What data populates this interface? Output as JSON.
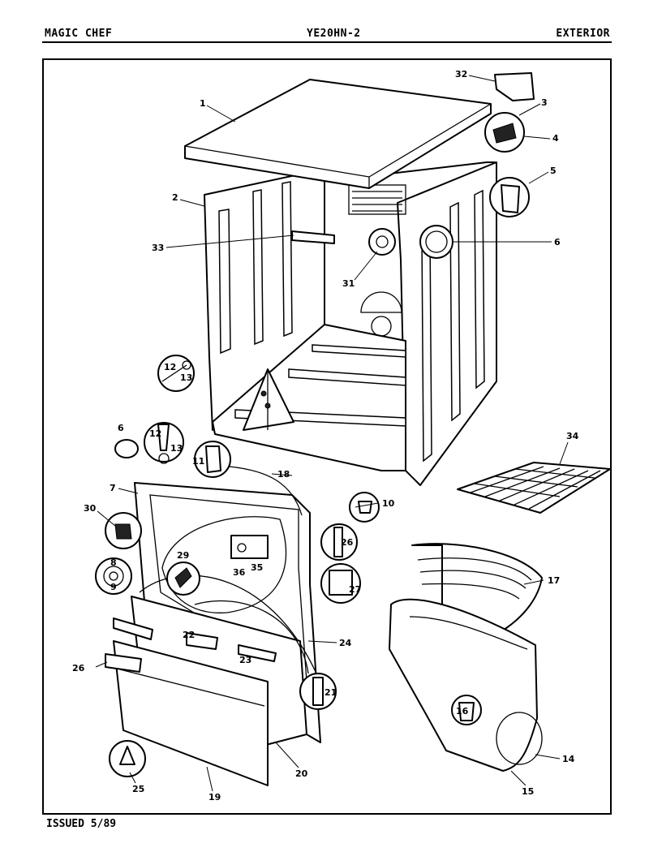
{
  "header": {
    "brand": "MAGIC CHEF",
    "model": "YE20HN-2",
    "section": "EXTERIOR"
  },
  "footer": {
    "issued": "ISSUED 5/89"
  },
  "callouts": {
    "c1": "1",
    "c2": "2",
    "c3": "3",
    "c4": "4",
    "c5": "5",
    "c6a": "6",
    "c6b": "6",
    "c7": "7",
    "c8": "8",
    "c9": "9",
    "c10": "10",
    "c11": "11",
    "c12a": "12",
    "c12b": "12",
    "c13a": "13",
    "c13b": "13",
    "c14": "14",
    "c15": "15",
    "c16": "16",
    "c17": "17",
    "c18": "18",
    "c19": "19",
    "c20": "20",
    "c21": "21",
    "c22": "22",
    "c23": "23",
    "c24": "24",
    "c25": "25",
    "c26a": "26",
    "c26b": "26",
    "c27": "27",
    "c29": "29",
    "c30": "30",
    "c31": "31",
    "c32": "32",
    "c33": "33",
    "c34": "34",
    "c35": "35",
    "c36": "36"
  }
}
